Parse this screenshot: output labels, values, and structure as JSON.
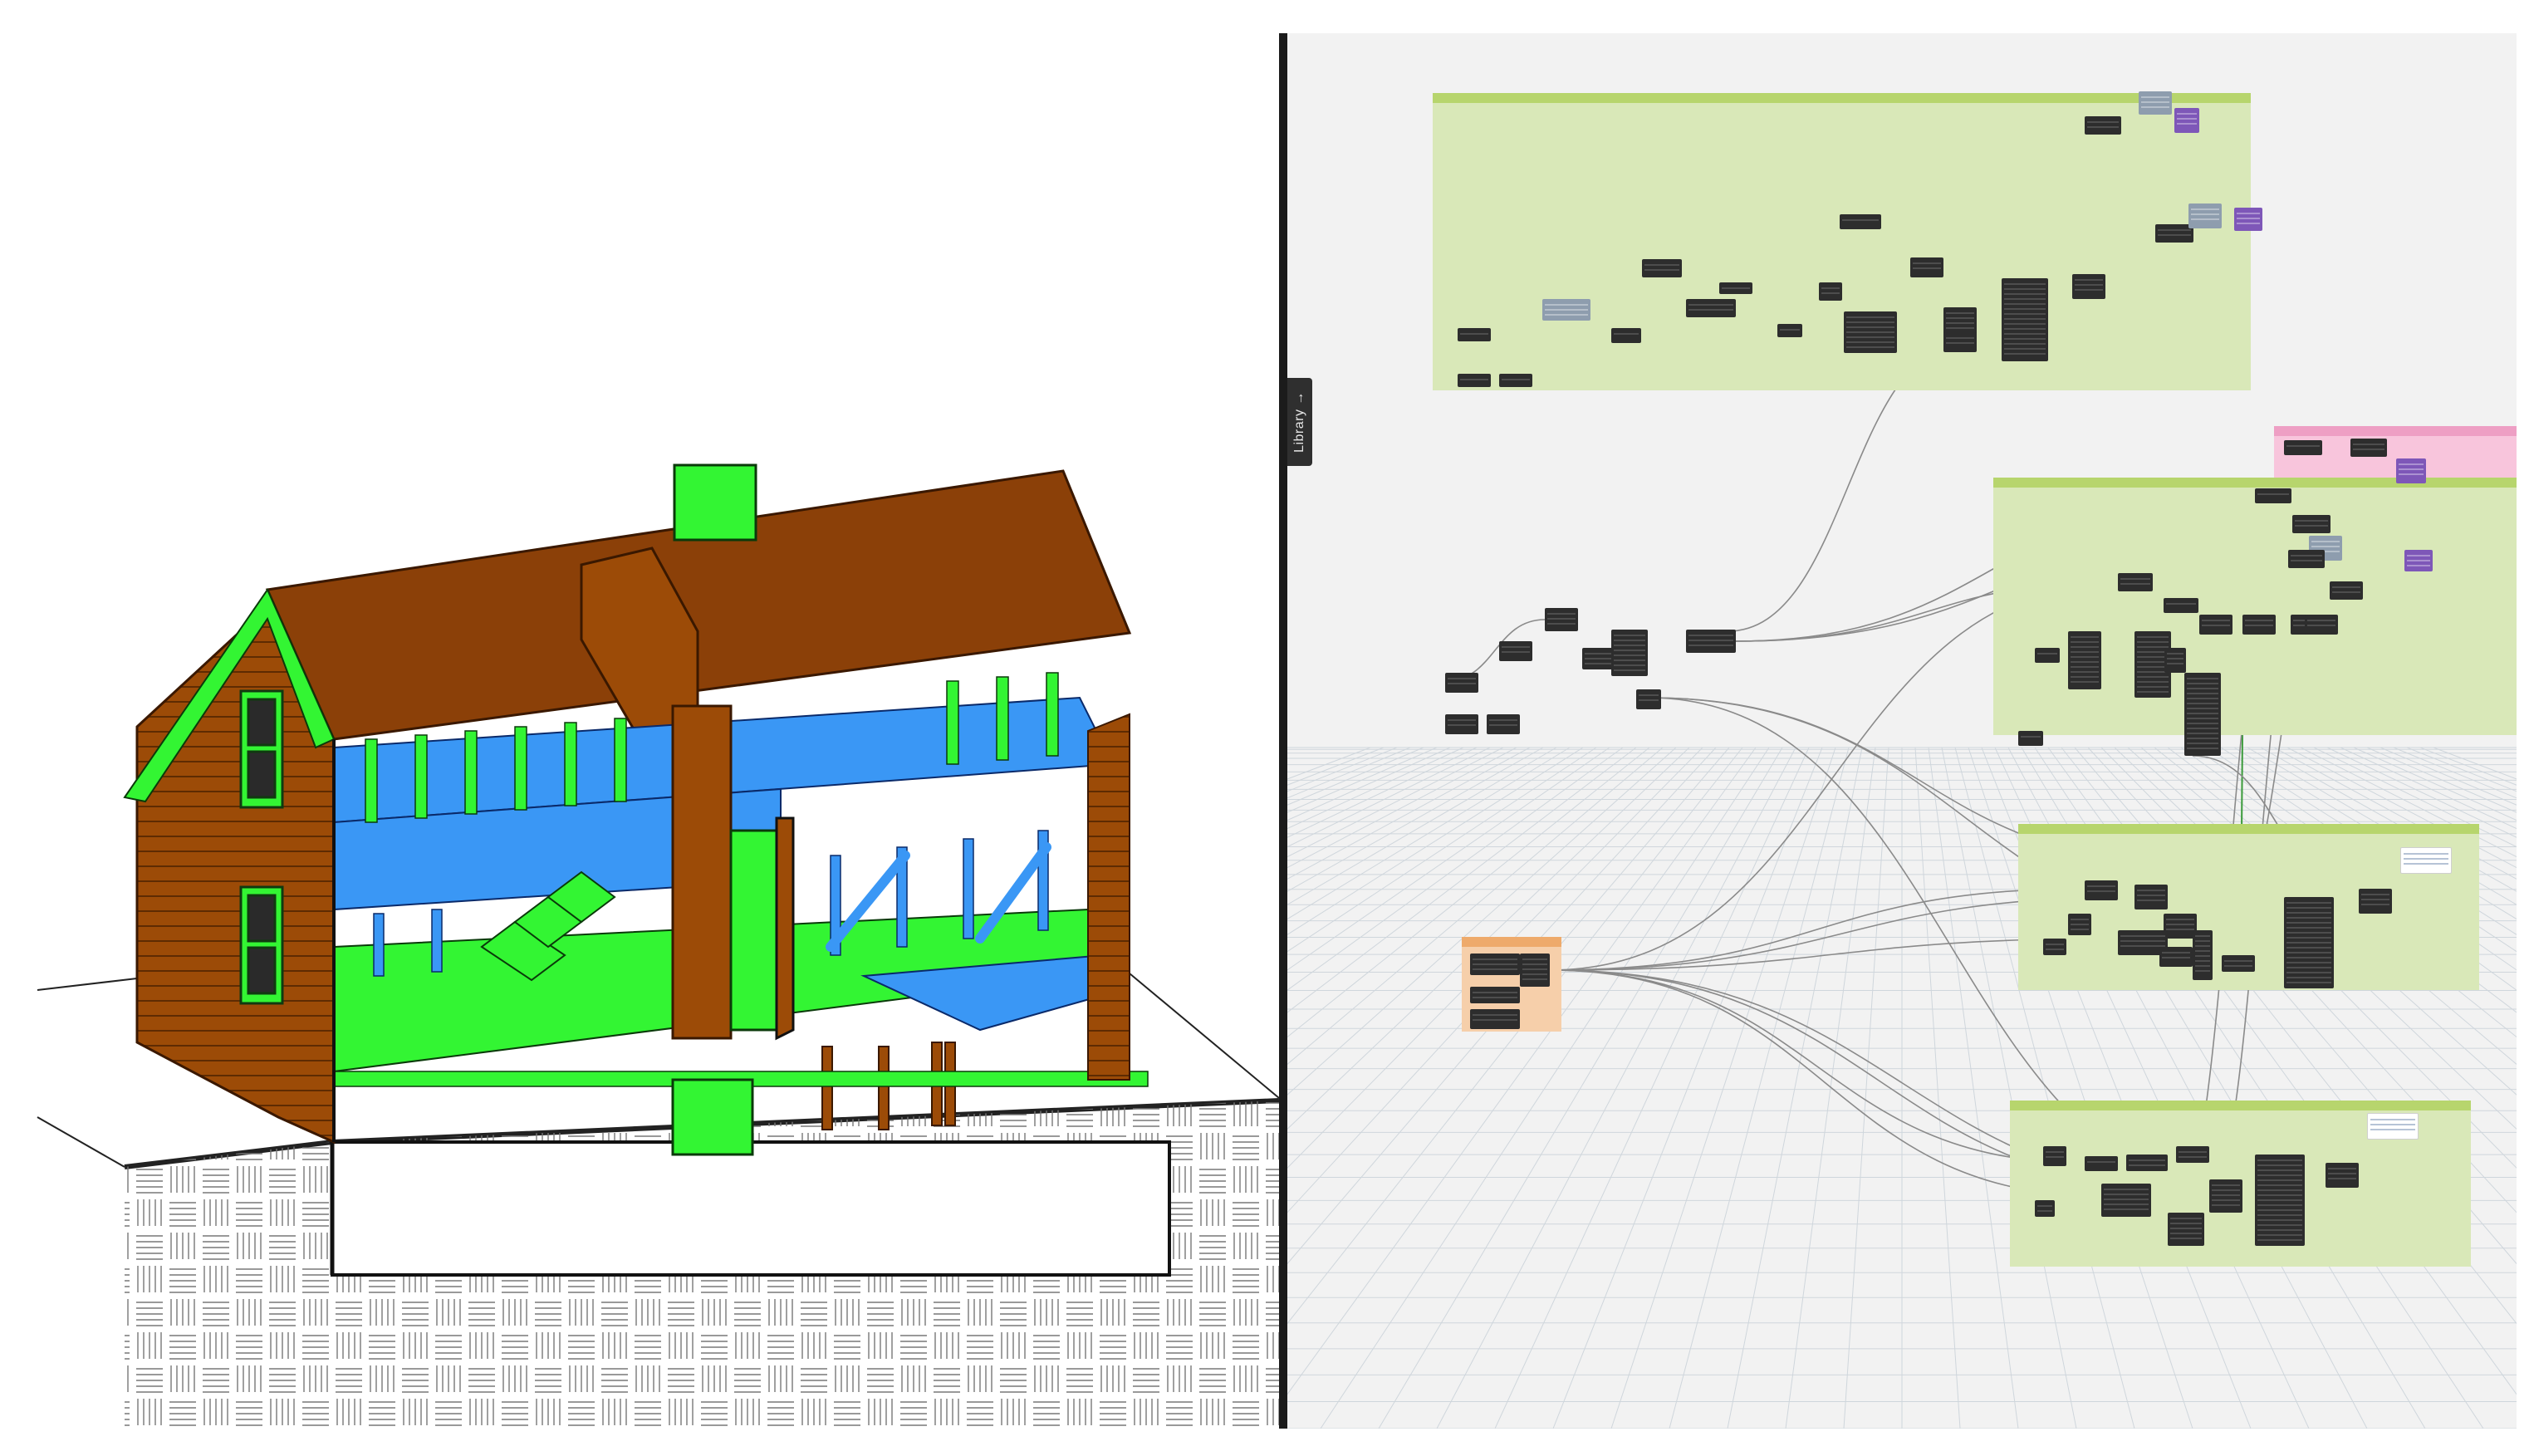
{
  "colors": {
    "roof": "#8b4008",
    "siding": "#9c4b07",
    "framing_green": "#33f533",
    "floor_blue": "#3a97f5",
    "group_green": "#d9e8b8",
    "group_green_bar": "#b7d56d",
    "group_pink": "#f8c5dc",
    "group_pink_bar": "#ee9fc4",
    "group_orange": "#f6cfaa",
    "group_orange_bar": "#eeaa6b",
    "node_dark": "#2d2d2d",
    "node_purple": "#7e57b8",
    "node_gray": "#8e9dae"
  },
  "left_panel": {
    "view": "revit-3d-view",
    "model": "timber-frame-house-section"
  },
  "right_panel": {
    "library_tab": {
      "label": "Library",
      "icon": "arrow-right-icon"
    }
  }
}
